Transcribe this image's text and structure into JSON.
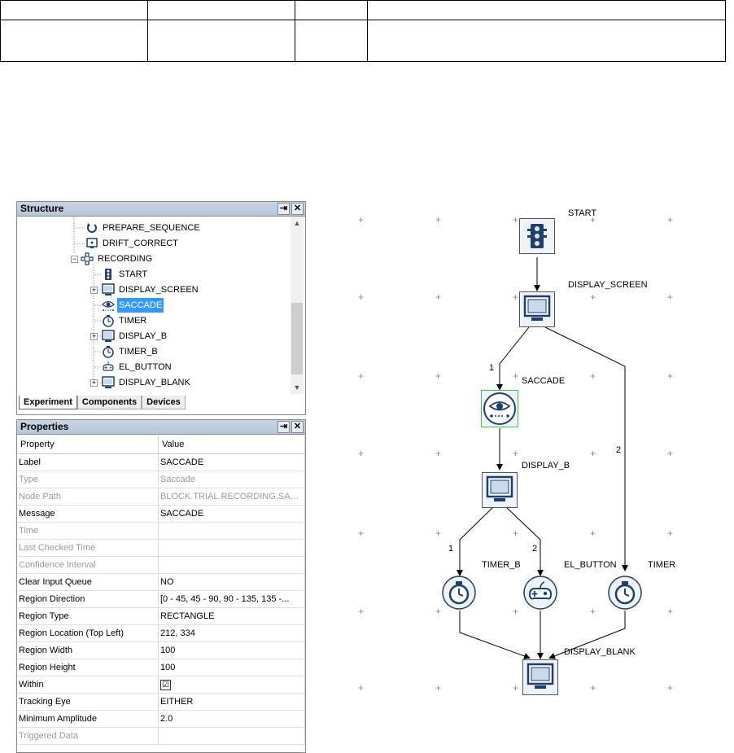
{
  "structure": {
    "title": "Structure",
    "pin": "⇥",
    "close": "✕",
    "tree": [
      {
        "label": "PREPARE_SEQUENCE",
        "icon": "prepare-sequence-icon"
      },
      {
        "label": "DRIFT_CORRECT",
        "icon": "drift-correct-icon"
      },
      {
        "label": "RECORDING",
        "icon": "recording-icon"
      },
      {
        "label": "START",
        "icon": "traffic-light-icon"
      },
      {
        "label": "DISPLAY_SCREEN",
        "icon": "monitor-icon"
      },
      {
        "label": "SACCADE",
        "icon": "eye-icon"
      },
      {
        "label": "TIMER",
        "icon": "timer-icon"
      },
      {
        "label": "DISPLAY_B",
        "icon": "monitor-icon"
      },
      {
        "label": "TIMER_B",
        "icon": "timer-icon"
      },
      {
        "label": "EL_BUTTON",
        "icon": "gamepad-icon"
      },
      {
        "label": "DISPLAY_BLANK",
        "icon": "monitor-icon"
      }
    ],
    "tabs": [
      "Experiment",
      "Components",
      "Devices"
    ]
  },
  "properties": {
    "title": "Properties",
    "header": {
      "property": "Property",
      "value": "Value"
    },
    "rows": [
      {
        "property": "Label",
        "value": "SACCADE"
      },
      {
        "property": "Type",
        "value": "Saccade"
      },
      {
        "property": "Node Path",
        "value": "BLOCK.TRIAL.RECORDING.SAC..."
      },
      {
        "property": "Message",
        "value": "SACCADE"
      },
      {
        "property": "Time",
        "value": ""
      },
      {
        "property": "Last Checked Time",
        "value": ""
      },
      {
        "property": "Confidence Interval",
        "value": ""
      },
      {
        "property": "Clear Input Queue",
        "value": "NO"
      },
      {
        "property": "Region Direction",
        "value": "[0 - 45, 45 - 90, 90 - 135, 135 -..."
      },
      {
        "property": "Region Type",
        "value": "RECTANGLE"
      },
      {
        "property": "Region Location (Top Left)",
        "value": "212, 334"
      },
      {
        "property": "Region Width",
        "value": "100"
      },
      {
        "property": "Region Height",
        "value": "100"
      },
      {
        "property": "Within",
        "value": "☑"
      },
      {
        "property": "Tracking Eye",
        "value": "EITHER"
      },
      {
        "property": "Minimum Amplitude",
        "value": "2.0"
      },
      {
        "property": "Triggered Data",
        "value": ""
      }
    ]
  },
  "flow": {
    "nodes": {
      "start": "START",
      "display_screen": "DISPLAY_SCREEN",
      "saccade": "SACCADE",
      "display_b": "DISPLAY_B",
      "timer_b": "TIMER_B",
      "el_button": "EL_BUTTON",
      "timer": "TIMER",
      "display_blank": "DISPLAY_BLANK"
    },
    "edge_labels": {
      "ds_saccade": "1",
      "ds_timer": "2",
      "db_timerb": "1",
      "db_elbutton": "2"
    },
    "grid_marker": "+"
  }
}
